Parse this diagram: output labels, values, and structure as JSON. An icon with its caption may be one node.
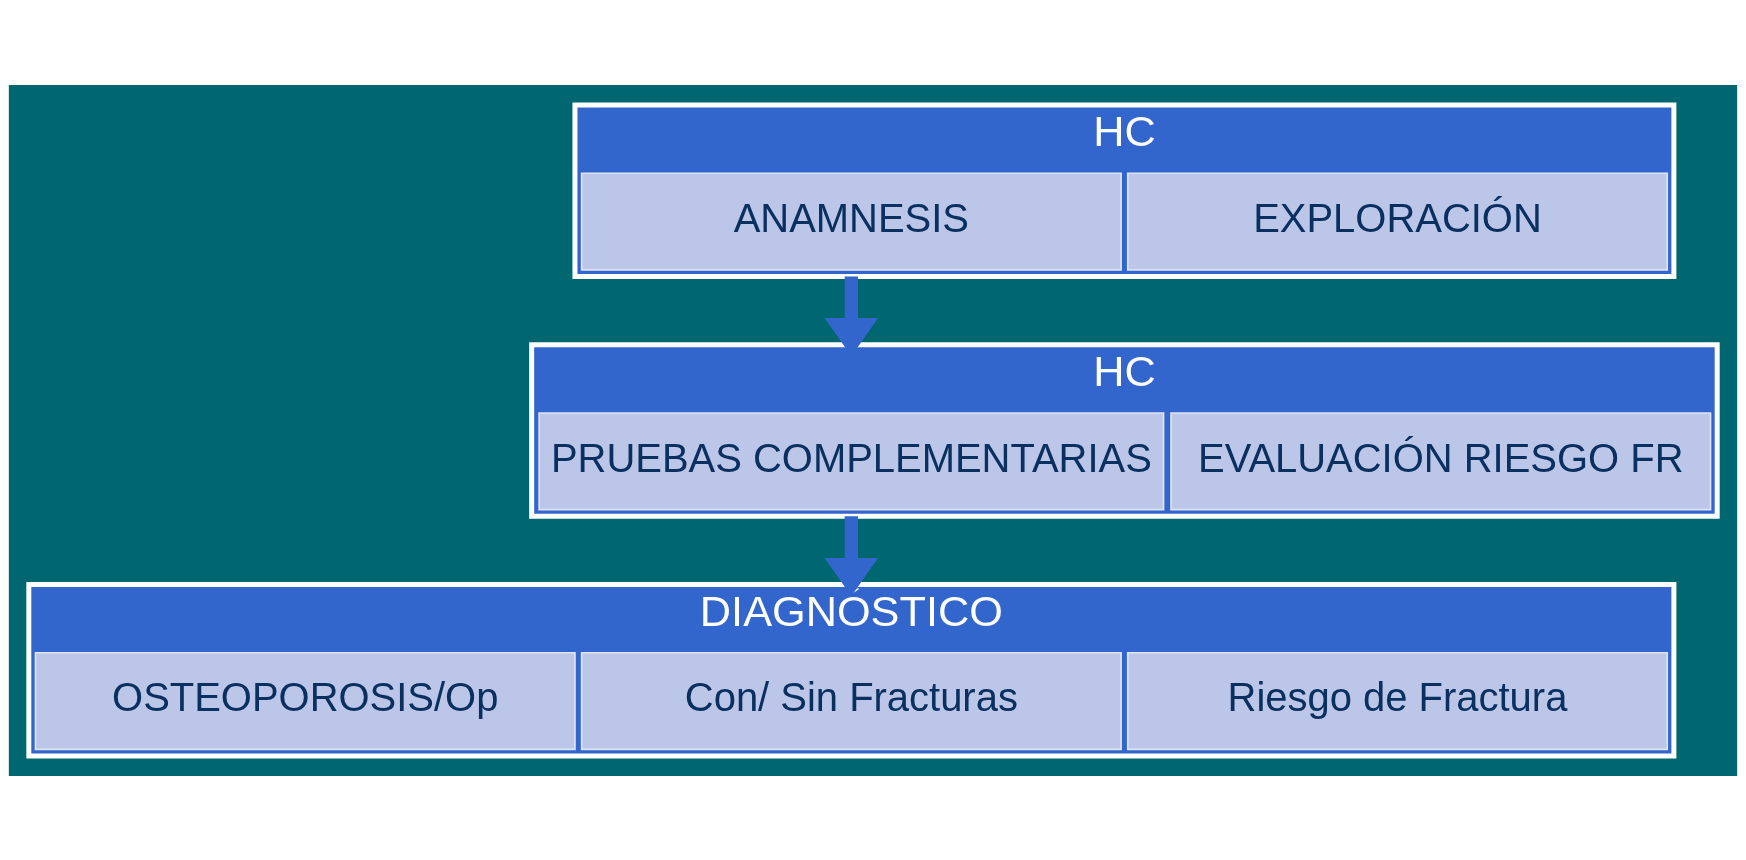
{
  "diagram": {
    "nodes": [
      {
        "text": [
          "HC"
        ]
      },
      {
        "text": [
          "ANAMNESIS"
        ],
        "in": 0
      },
      {
        "text": [
          "EXPLORACIÓN"
        ],
        "in": 0
      },
      {
        "text": [
          "HC"
        ]
      },
      {
        "text": [
          "PRUEBAS COMPLEMENTARIAS"
        ],
        "in": 3
      },
      {
        "text": [
          "EVALUACIÓN RIESGO FR"
        ],
        "in": 3
      },
      {
        "text": [
          "DIAGNÓSTICO"
        ]
      },
      {
        "text": [
          "OSTEOPOROSIS/Op"
        ],
        "in": 6
      },
      {
        "text": [
          "Con/ Sin Fracturas"
        ],
        "in": 6
      },
      {
        "text": [
          "Riesgo de Fractura"
        ],
        "in": 6
      }
    ],
    "edges": [
      {
        "from": 0,
        "to": 3,
        "arrow": "to"
      },
      {
        "from": 3,
        "to": 6,
        "arrow": "to"
      }
    ]
  }
}
